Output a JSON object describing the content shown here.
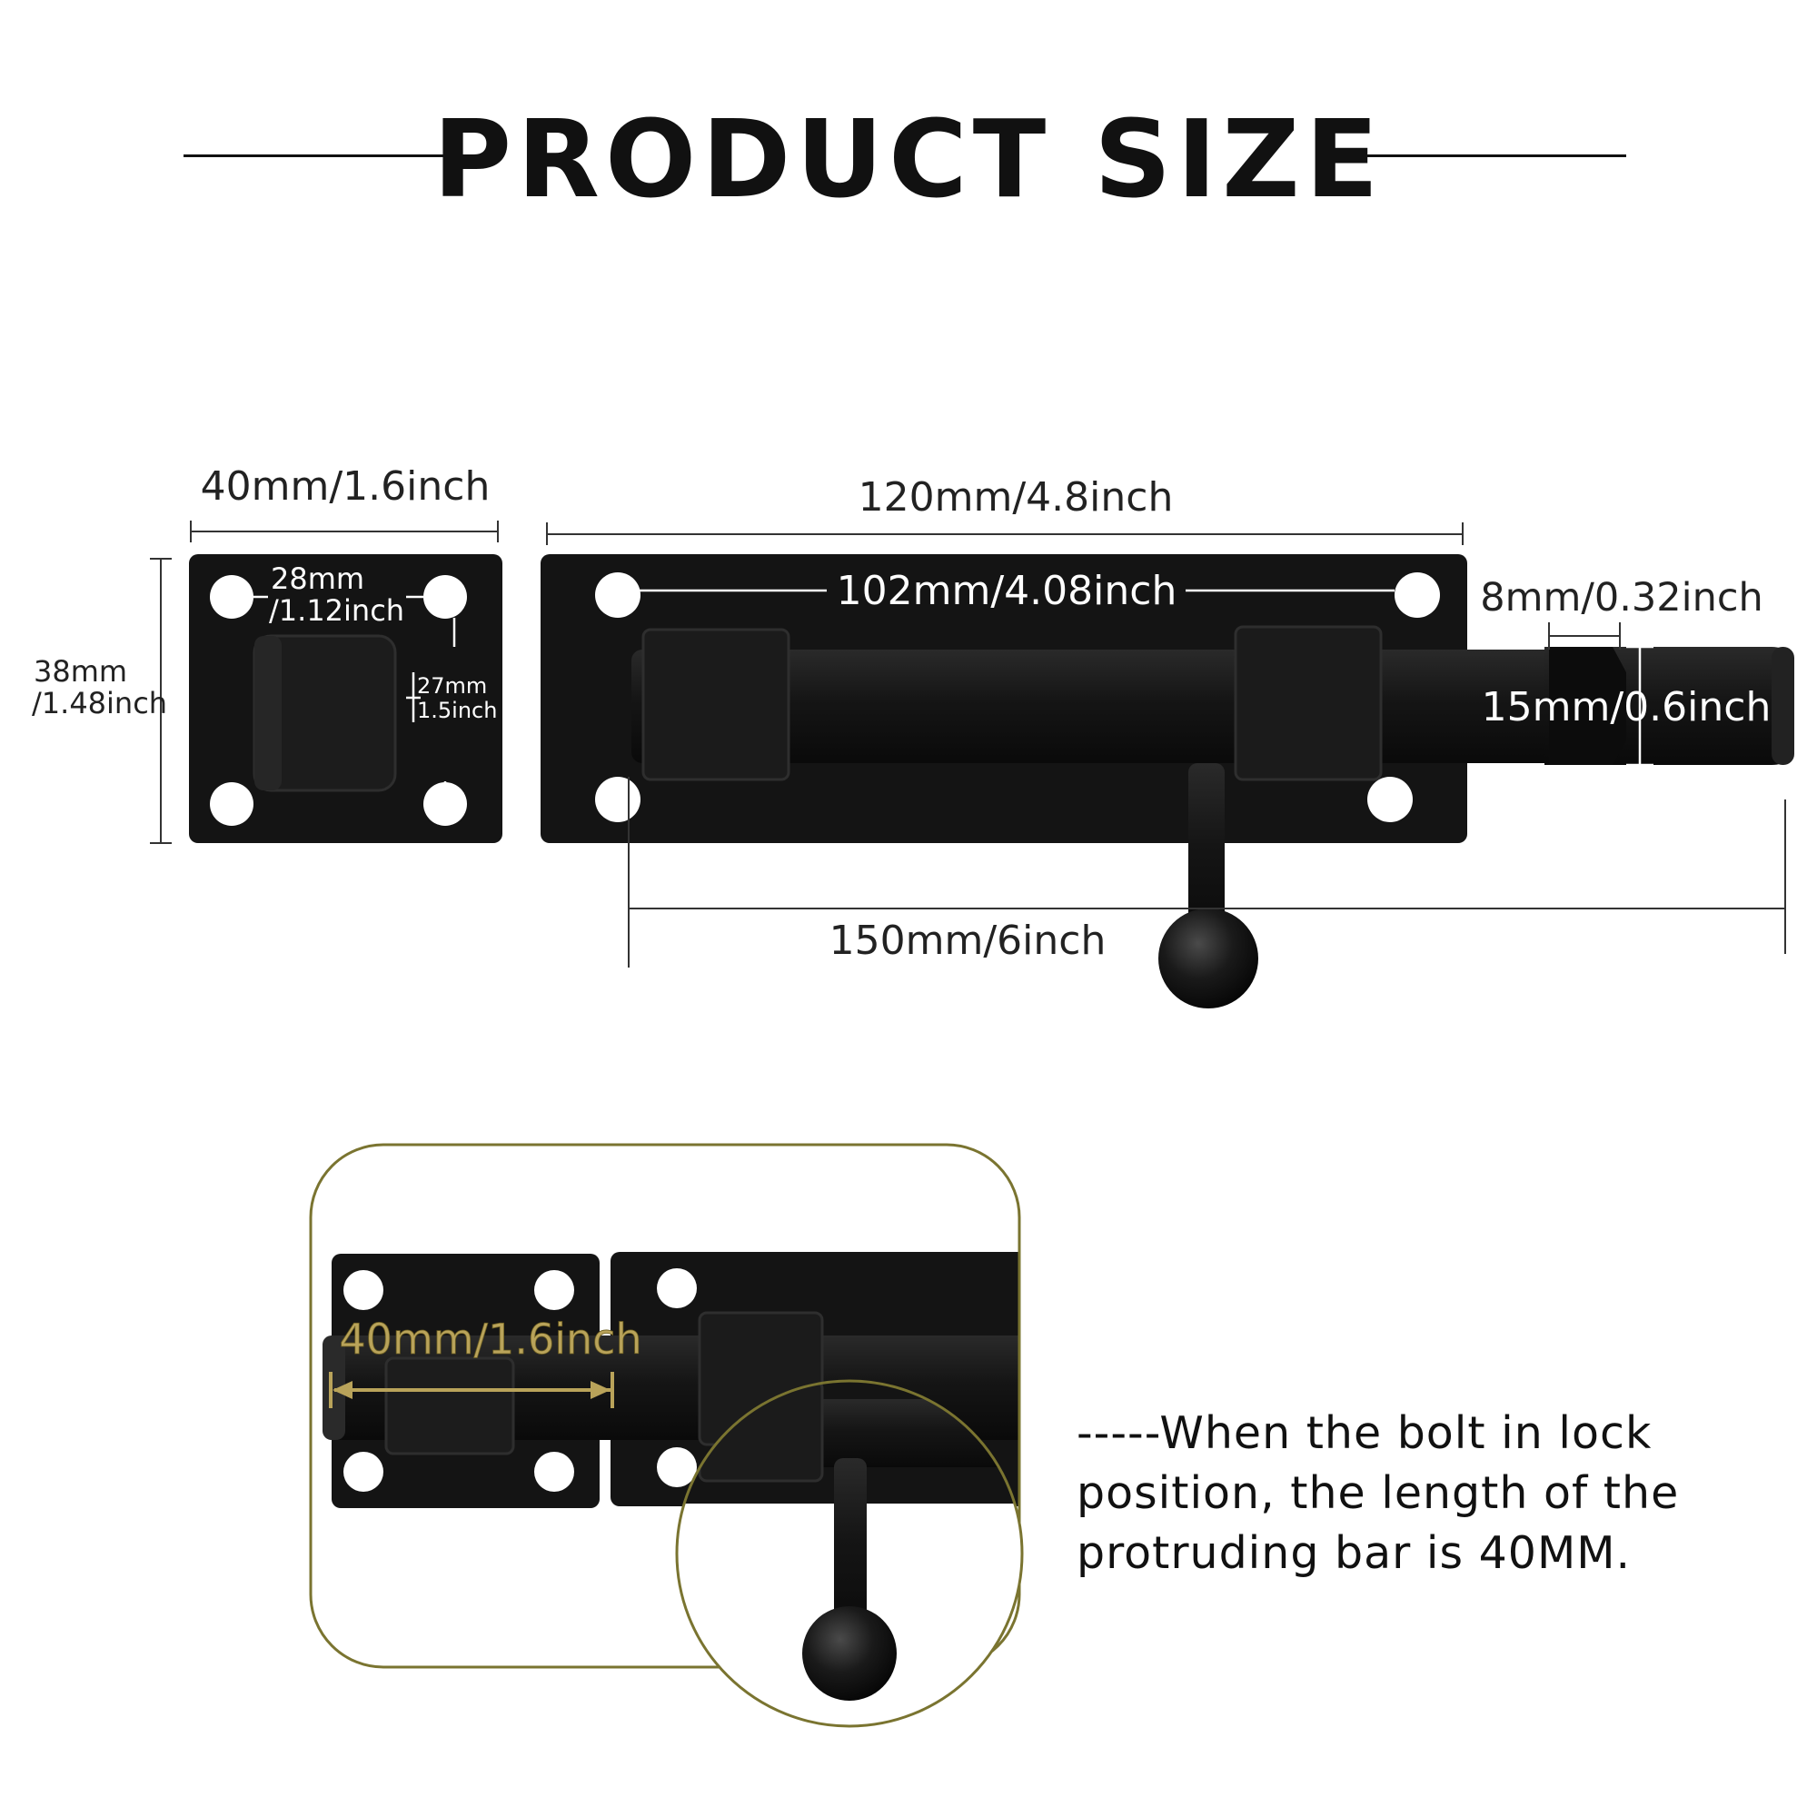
{
  "title": "PRODUCT SIZE",
  "dimensions": {
    "keeper_width": "40mm/1.6inch",
    "keeper_hole_spacing": "28mm",
    "keeper_hole_spacing_inch": "/1.12inch",
    "keeper_height": "38mm",
    "keeper_height_inch": "/1.48inch",
    "keeper_small": "27mm",
    "keeper_small_inch": "1.5inch",
    "plate_length": "120mm/4.8inch",
    "plate_hole_spacing": "102mm/4.08inch",
    "groove_width": "8mm/0.32inch",
    "bolt_diameter": "15mm/0.6inch",
    "overall_length": "150mm/6inch"
  },
  "detail": {
    "protrusion_label": "40mm/1.6inch"
  },
  "note": {
    "line1": "-----When the bolt in lock",
    "line2": "position, the length of the",
    "line3": "protruding bar is 40MM."
  },
  "colors": {
    "metal": "#141414",
    "metal_highlight": "#2c2c2c",
    "accent_gold": "#b9a35a",
    "frame_olive": "#7a7430"
  }
}
